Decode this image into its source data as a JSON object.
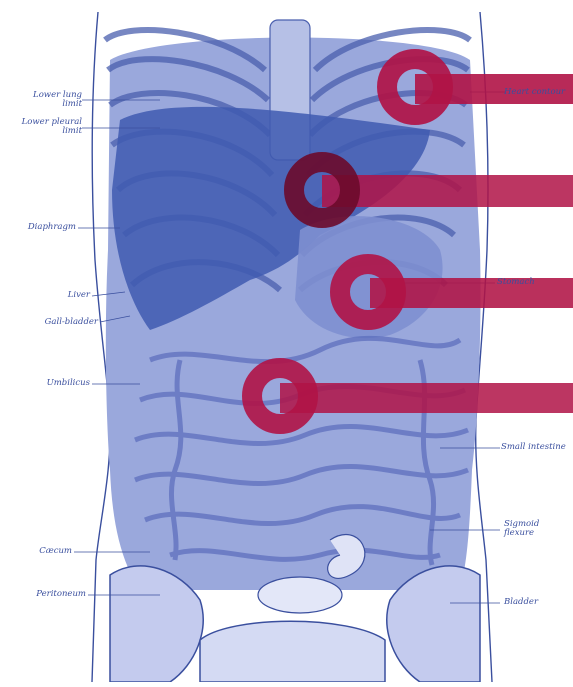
{
  "colors": {
    "paper": "#ffffff",
    "ink": "#3a4f9e",
    "tissue": "#9aa8dc",
    "tissue_dark": "#6f80c6",
    "liver": "#3f5bb0",
    "marker": "#b01346"
  },
  "labels_left": [
    "Lower lung\nlimit",
    "Lower pleural\nlimit",
    "Diaphragm",
    "Liver",
    "Gall-bladder",
    "Umbilicus",
    "Cæcum",
    "Peritoneum"
  ],
  "labels_right": [
    "Heart contour",
    "Stomach",
    "Small intestine",
    "Sigmoid\nflexure",
    "Bladder"
  ],
  "markers": [
    {
      "name": "marker-heart"
    },
    {
      "name": "marker-liver"
    },
    {
      "name": "marker-stomach"
    },
    {
      "name": "marker-intestine"
    }
  ]
}
